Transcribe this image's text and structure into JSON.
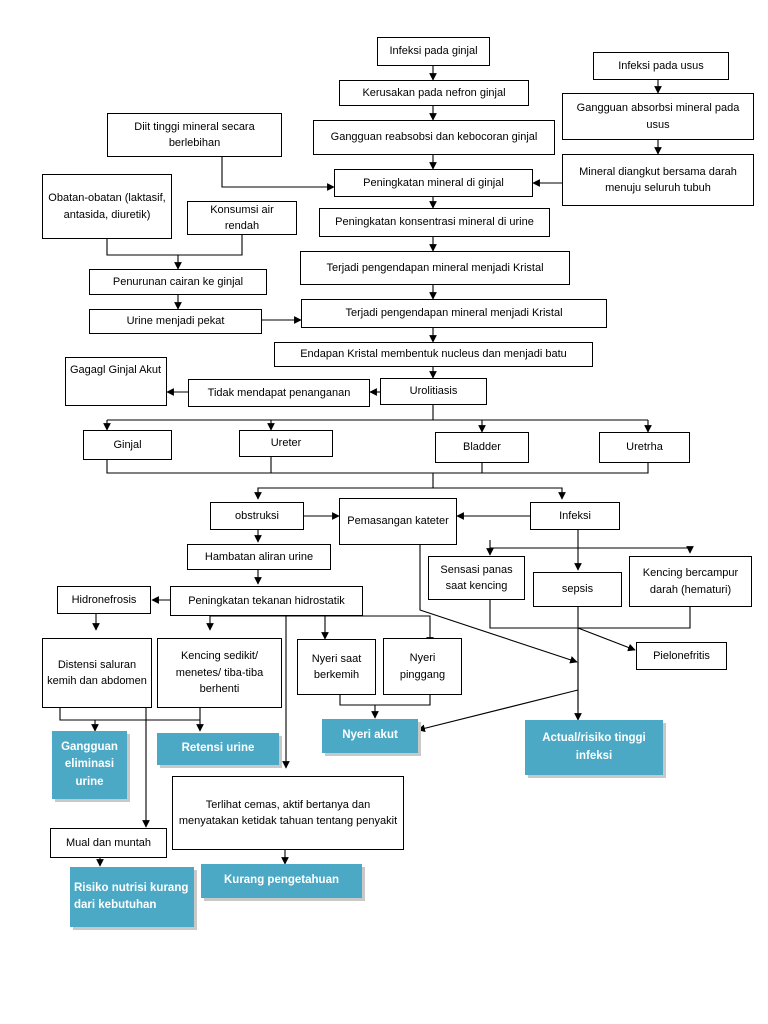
{
  "nodes": {
    "infeksi_ginjal": "Infeksi pada ginjal",
    "kerusakan_nefron": "Kerusakan pada nefron ginjal",
    "gangguan_reabsorbsi": "Gangguan reabsobsi dan kebocoran ginjal",
    "infeksi_usus": "Infeksi pada usus",
    "gangguan_absorbsi": "Gangguan absorbsi mineral pada usus",
    "mineral_diangkut": "Mineral diangkut bersama darah menuju seluruh tubuh",
    "diit_tinggi": "Diit tinggi mineral secara berlebihan",
    "peningkatan_mineral": "Peningkatan mineral di ginjal",
    "obatan": "Obatan-obatan (laktasif, antasida, diuretik)",
    "konsumsi_air": "Konsumsi air rendah",
    "konsentrasi_mineral": "Peningkatan konsentrasi mineral di urine",
    "pengendapan_1": "Terjadi pengendapan mineral menjadi Kristal",
    "penurunan_cairan": "Penurunan cairan ke ginjal",
    "urine_pekat": "Urine menjadi pekat",
    "pengendapan_2": "Terjadi pengendapan mineral menjadi Kristal",
    "endapan_kristal": "Endapan Kristal membentuk nucleus dan menjadi batu",
    "gagal_ginjal": "Gagagl Ginjal Akut",
    "tidak_penanganan": "Tidak mendapat penanganan",
    "urolitiasis": "Urolitiasis",
    "ginjal": "Ginjal",
    "ureter": "Ureter",
    "bladder": "Bladder",
    "uretrha": "Uretrha",
    "obstruksi": "obstruksi",
    "kateter": "Pemasangan kateter",
    "infeksi": "Infeksi",
    "hambatan_aliran": "Hambatan aliran urine",
    "sensasi_panas": "Sensasi panas saat kencing",
    "sepsis": "sepsis",
    "hematuri": "Kencing bercampur darah (hematuri)",
    "hidronefrosis": "Hidronefrosis",
    "tekanan_hidrostatik": "Peningkatan tekanan hidrostatik",
    "pielonefritis": "Pielonefritis",
    "distensi": "Distensi saluran kemih dan abdomen",
    "kencing_sedikit": "Kencing sedikit/ menetes/ tiba-tiba berhenti",
    "nyeri_berkemih": "Nyeri saat berkemih",
    "nyeri_pinggang": "Nyeri pinggang",
    "cemas": "Terlihat cemas, aktif bertanya dan menyatakan ketidak tahuan tentang penyakit",
    "mual_muntah": "Mual dan muntah"
  },
  "diagnoses": {
    "gangguan_eliminasi": "Gangguan eliminasi urine",
    "retensi_urine": "Retensi urine",
    "nyeri_akut": "Nyeri akut",
    "risiko_infeksi": "Actual/risiko tinggi infeksi",
    "kurang_pengetahuan": "Kurang pengetahuan",
    "risiko_nutrisi": "Risiko nutrisi kurang dari kebutuhan"
  }
}
